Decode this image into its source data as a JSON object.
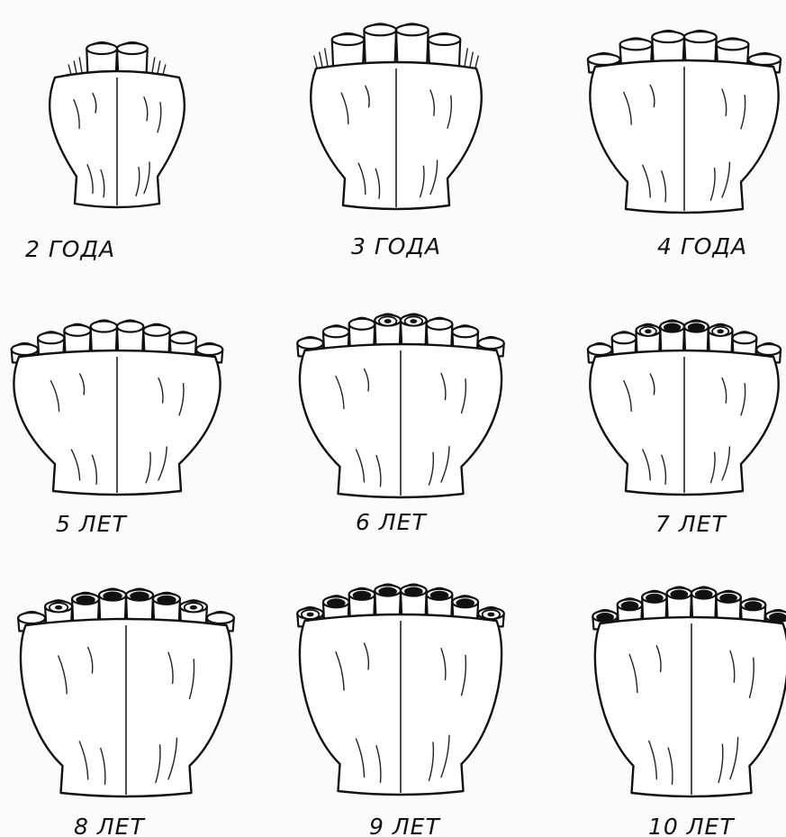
{
  "panels": [
    {
      "caption": "2 ГОДА",
      "teeth": 2,
      "side_buds": true,
      "cups": [
        "none",
        "none"
      ]
    },
    {
      "caption": "3 ГОДА",
      "teeth": 4,
      "side_buds": true,
      "cups": [
        "none",
        "none",
        "none",
        "none"
      ]
    },
    {
      "caption": "4 ГОДА",
      "teeth": 6,
      "side_buds": false,
      "cups": [
        "none",
        "none",
        "none",
        "none",
        "none",
        "none"
      ]
    },
    {
      "caption": "5 ЛЕТ",
      "teeth": 8,
      "side_buds": false,
      "cups": [
        "none",
        "none",
        "none",
        "none",
        "none",
        "none",
        "none",
        "none"
      ]
    },
    {
      "caption": "6 ЛЕТ",
      "teeth": 8,
      "side_buds": false,
      "cups": [
        "none",
        "none",
        "none",
        "ring",
        "ring",
        "none",
        "none",
        "none"
      ]
    },
    {
      "caption": "7 ЛЕТ",
      "teeth": 8,
      "side_buds": false,
      "cups": [
        "none",
        "none",
        "ring",
        "dark",
        "dark",
        "ring",
        "none",
        "none"
      ]
    },
    {
      "caption": "8 ЛЕТ",
      "teeth": 8,
      "side_buds": false,
      "cups": [
        "none",
        "ring",
        "dark",
        "dark",
        "dark",
        "dark",
        "ring",
        "none"
      ]
    },
    {
      "caption": "9 ЛЕТ",
      "teeth": 8,
      "side_buds": false,
      "cups": [
        "ring",
        "dark",
        "dark",
        "dark",
        "dark",
        "dark",
        "dark",
        "ring"
      ]
    },
    {
      "caption": "10 ЛЕТ",
      "teeth": 8,
      "side_buds": false,
      "cups": [
        "dark",
        "dark",
        "dark",
        "dark",
        "dark",
        "dark",
        "dark",
        "dark"
      ]
    }
  ]
}
